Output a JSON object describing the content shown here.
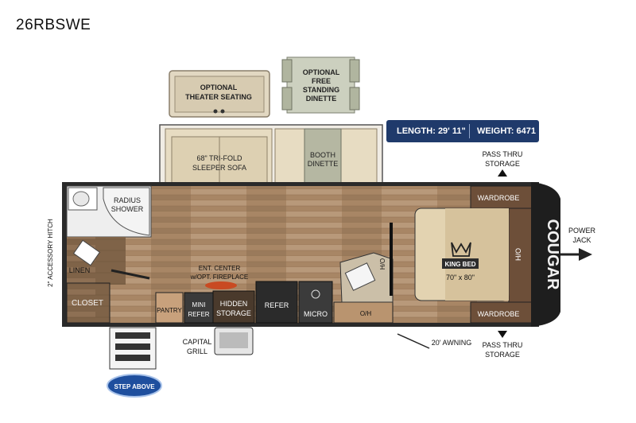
{
  "model": "26RBSWE",
  "specs": {
    "length": "LENGTH: 29' 11\"",
    "weight": "WEIGHT: 6471"
  },
  "options": {
    "theater_line1": "OPTIONAL",
    "theater_line2": "THEATER SEATING",
    "dinette_line1": "OPTIONAL",
    "dinette_line2": "FREE",
    "dinette_line3": "STANDING",
    "dinette_line4": "DINETTE"
  },
  "rooms": {
    "sofa_line1": "68\" TRI-FOLD",
    "sofa_line2": "SLEEPER SOFA",
    "booth_line1": "BOOTH",
    "booth_line2": "DINETTE",
    "radius_line1": "RADIUS",
    "radius_line2": "SHOWER",
    "linen": "LINEN",
    "closet": "CLOSET",
    "pantry": "PANTRY",
    "mini_line1": "MINI",
    "mini_line2": "REFER",
    "hidden_line1": "HIDDEN",
    "hidden_line2": "STORAGE",
    "refer": "REFER",
    "micro": "MICRO",
    "oh_bottom": "O/H",
    "oh_kitchen": "H/O",
    "ent_line1": "ENT. CENTER",
    "ent_line2": "w/OPT. FIREPLACE",
    "wardrobe_top": "WARDROBE",
    "wardrobe_bottom": "WARDROBE",
    "king_bed": "KING BED",
    "bed_size": "70\" x 80\"",
    "ho_bed": "H/O"
  },
  "exterior": {
    "pass_thru_top_line1": "PASS THRU",
    "pass_thru_top_line2": "STORAGE",
    "pass_thru_bottom_line1": "PASS THRU",
    "pass_thru_bottom_line2": "STORAGE",
    "power_line1": "POWER",
    "power_line2": "JACK",
    "awning": "20' AWNING",
    "capital_line1": "CAPITAL",
    "capital_line2": "GRILL",
    "hitch": "2\" ACCESSORY HITCH",
    "brand": "COUGAR",
    "badge": "STEP ABOVE"
  }
}
